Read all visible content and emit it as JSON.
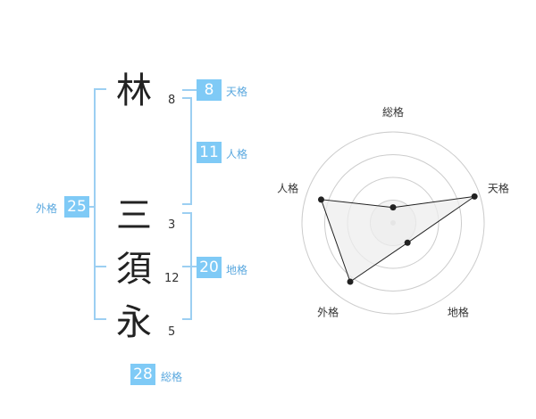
{
  "name": {
    "characters": [
      {
        "char": "林",
        "strokes": "8"
      },
      {
        "char": "三",
        "strokes": "3"
      },
      {
        "char": "須",
        "strokes": "12"
      },
      {
        "char": "永",
        "strokes": "5"
      }
    ]
  },
  "kakusu": {
    "tenkaku": {
      "value": "8",
      "label": "天格"
    },
    "jinkaku": {
      "value": "11",
      "label": "人格"
    },
    "chikaku": {
      "value": "20",
      "label": "地格"
    },
    "gaikaku": {
      "value": "25",
      "label": "外格"
    },
    "soukaku": {
      "value": "28",
      "label": "総格"
    }
  },
  "chart_data": {
    "type": "radar",
    "axes": [
      "総格",
      "天格",
      "地格",
      "外格",
      "人格"
    ],
    "values": [
      0.17,
      0.94,
      0.27,
      0.8,
      0.83
    ],
    "rings": 4,
    "max": 1,
    "colors": {
      "fill": "#eeeeee",
      "line": "#222222",
      "grid": "#cccccc",
      "accent": "#7fcaf6"
    }
  }
}
